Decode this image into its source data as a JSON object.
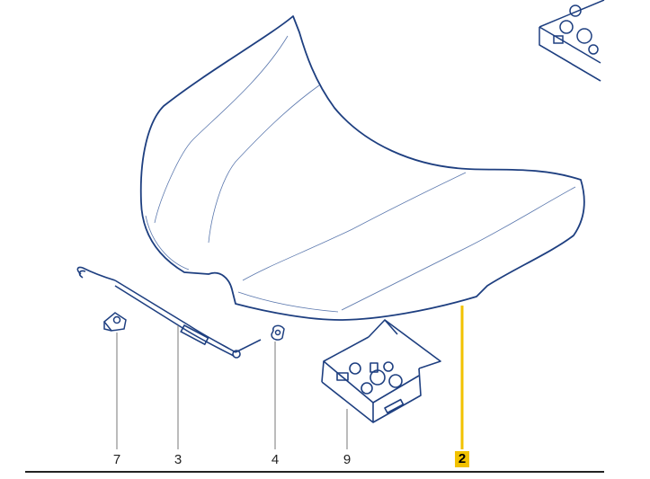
{
  "colors": {
    "line": "#1c3b7a",
    "outline": "#1e3f80",
    "leader": "#666666",
    "highlight": "#f2c200",
    "baseline": "#222222"
  },
  "labels": {
    "part_7": "7",
    "part_3": "3",
    "part_4": "4",
    "part_9": "9",
    "part_2": "2"
  }
}
